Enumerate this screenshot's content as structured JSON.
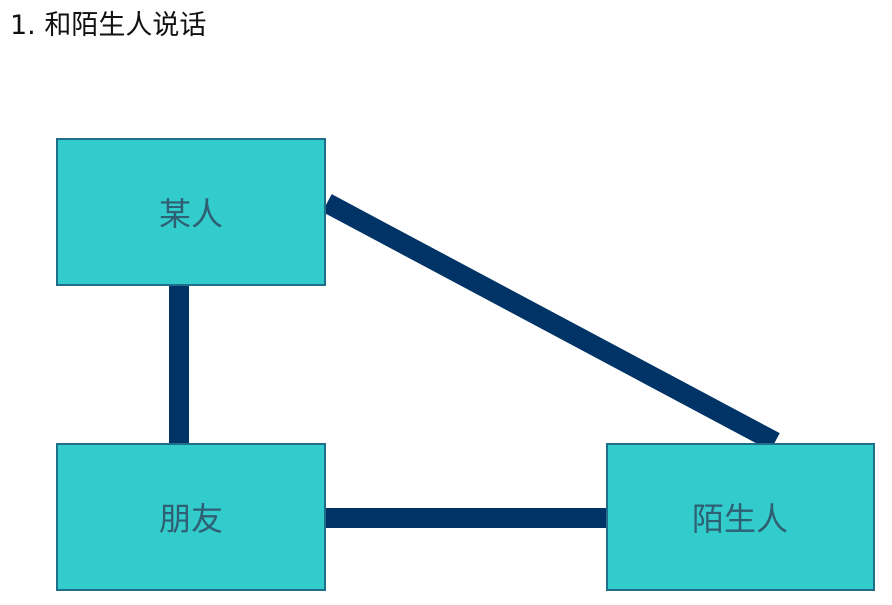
{
  "title": "1. 和陌生人说话",
  "diagram": {
    "colors": {
      "node_fill": "#33cccc",
      "node_border": "#1f6f8b",
      "label": "#2f5f73",
      "edge": "#003366"
    },
    "nodes": [
      {
        "id": "someone",
        "label": "某人"
      },
      {
        "id": "friend",
        "label": "朋友"
      },
      {
        "id": "stranger",
        "label": "陌生人"
      }
    ],
    "edges": [
      {
        "from": "someone",
        "to": "friend"
      },
      {
        "from": "someone",
        "to": "stranger"
      },
      {
        "from": "friend",
        "to": "stranger"
      }
    ]
  }
}
